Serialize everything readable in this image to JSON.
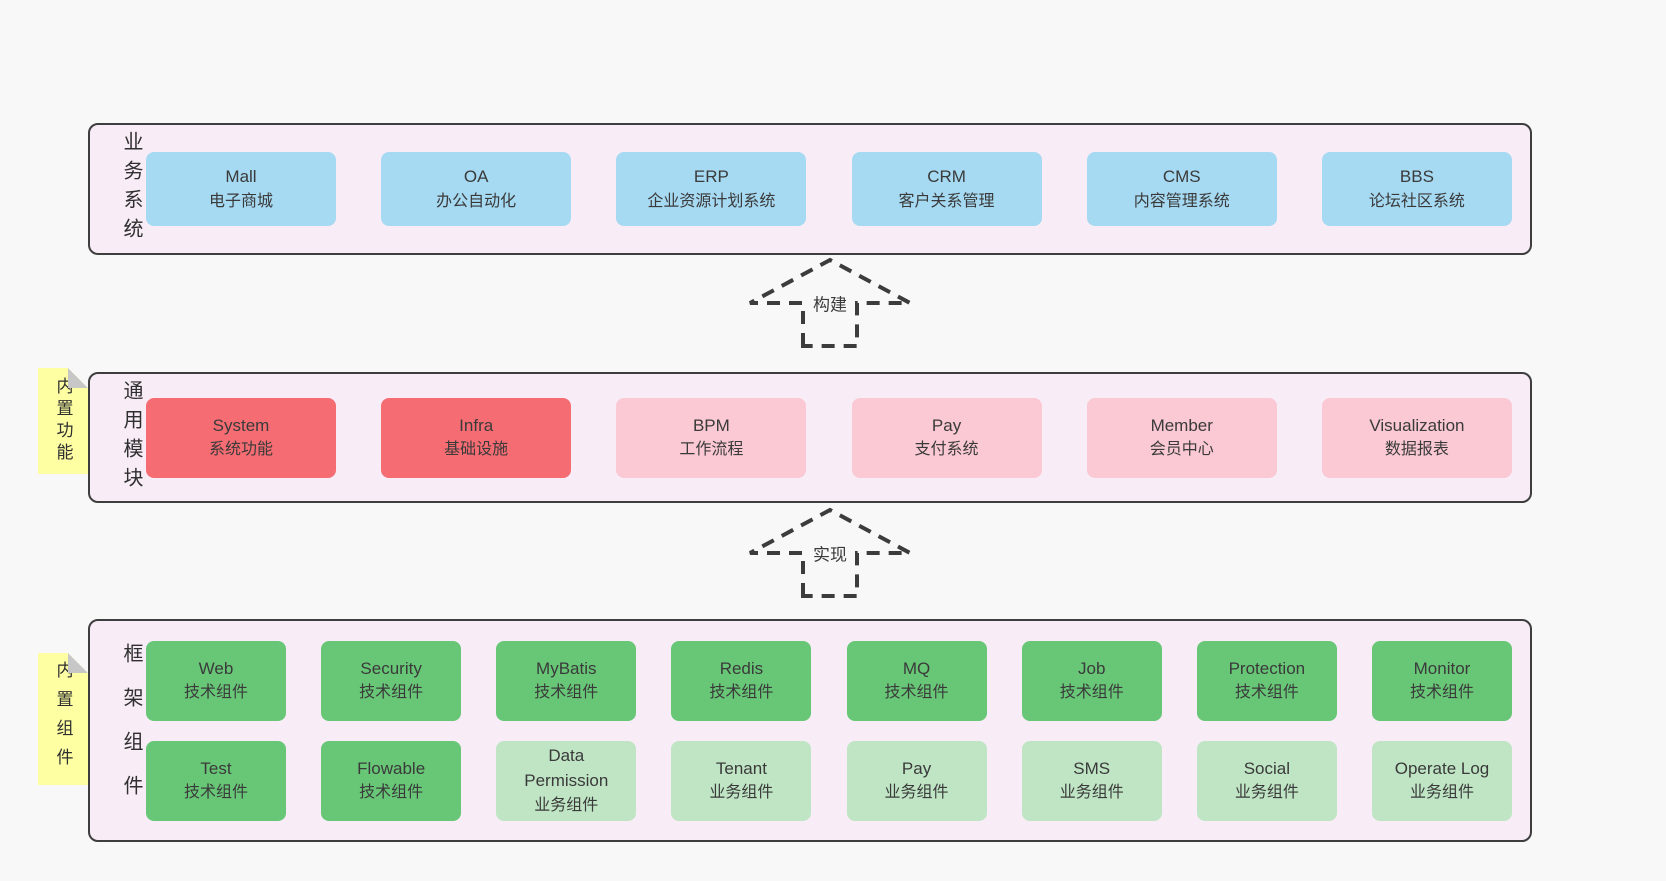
{
  "colors": {
    "page_bg": "#f8f8f8",
    "layer_bg": "#f8edf6",
    "layer_border": "#3e3e3e",
    "box_blue": "#a6d9f2",
    "box_red": "#f56c73",
    "box_pink": "#fac9d3",
    "box_green": "#68c677",
    "box_lightgreen": "#bfe5c4",
    "sticky_yellow": "#feffa3",
    "sticky_fold": "#c7c7c7",
    "text": "#3a3a3a"
  },
  "arrows": [
    {
      "label": "构建"
    },
    {
      "label": "实现"
    }
  ],
  "layers": {
    "business": {
      "title": "业务系统",
      "boxes": [
        {
          "name": "Mall",
          "desc": "电子商城",
          "variant": "blue"
        },
        {
          "name": "OA",
          "desc": "办公自动化",
          "variant": "blue"
        },
        {
          "name": "ERP",
          "desc": "企业资源计划系统",
          "variant": "blue"
        },
        {
          "name": "CRM",
          "desc": "客户关系管理",
          "variant": "blue"
        },
        {
          "name": "CMS",
          "desc": "内容管理系统",
          "variant": "blue"
        },
        {
          "name": "BBS",
          "desc": "论坛社区系统",
          "variant": "blue"
        }
      ]
    },
    "modules": {
      "title": "通用模块",
      "sticky": "内置功能",
      "boxes": [
        {
          "name": "System",
          "desc": "系统功能",
          "variant": "red"
        },
        {
          "name": "Infra",
          "desc": "基础设施",
          "variant": "red"
        },
        {
          "name": "BPM",
          "desc": "工作流程",
          "variant": "pink"
        },
        {
          "name": "Pay",
          "desc": "支付系统",
          "variant": "pink"
        },
        {
          "name": "Member",
          "desc": "会员中心",
          "variant": "pink"
        },
        {
          "name": "Visualization",
          "desc": "数据报表",
          "variant": "pink"
        }
      ]
    },
    "components": {
      "title": "框架组件",
      "sticky": "内置组件",
      "row1": [
        {
          "name": "Web",
          "desc": "技术组件",
          "variant": "green"
        },
        {
          "name": "Security",
          "desc": "技术组件",
          "variant": "green"
        },
        {
          "name": "MyBatis",
          "desc": "技术组件",
          "variant": "green"
        },
        {
          "name": "Redis",
          "desc": "技术组件",
          "variant": "green"
        },
        {
          "name": "MQ",
          "desc": "技术组件",
          "variant": "green"
        },
        {
          "name": "Job",
          "desc": "技术组件",
          "variant": "green"
        },
        {
          "name": "Protection",
          "desc": "技术组件",
          "variant": "green"
        },
        {
          "name": "Monitor",
          "desc": "技术组件",
          "variant": "green"
        }
      ],
      "row2": [
        {
          "name": "Test",
          "desc": "技术组件",
          "variant": "green"
        },
        {
          "name": "Flowable",
          "desc": "技术组件",
          "variant": "green"
        },
        {
          "name": "Data Permission",
          "desc": "业务组件",
          "variant": "lightgreen"
        },
        {
          "name": "Tenant",
          "desc": "业务组件",
          "variant": "lightgreen"
        },
        {
          "name": "Pay",
          "desc": "业务组件",
          "variant": "lightgreen"
        },
        {
          "name": "SMS",
          "desc": "业务组件",
          "variant": "lightgreen"
        },
        {
          "name": "Social",
          "desc": "业务组件",
          "variant": "lightgreen"
        },
        {
          "name": "Operate Log",
          "desc": "业务组件",
          "variant": "lightgreen"
        }
      ]
    }
  }
}
